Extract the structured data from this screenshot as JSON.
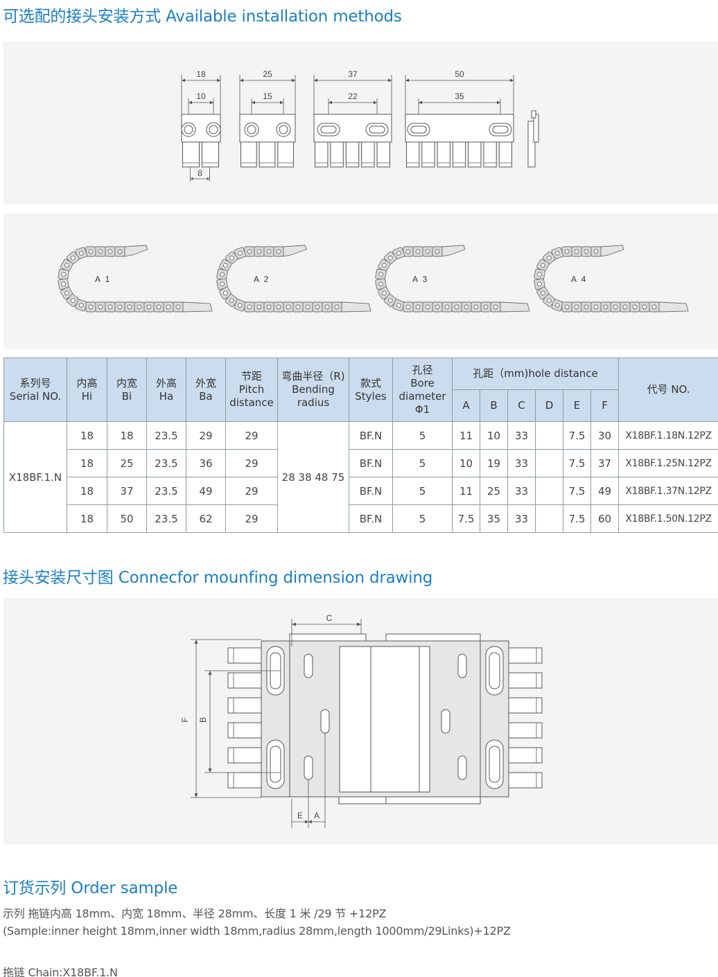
{
  "sections": {
    "install_heading": "可选配的接头安装方式 Available installation methods",
    "dimension_heading": "接头安装尺寸图 Connecfor mounfing dimension drawing",
    "order_heading": "订货示列 Order sample"
  },
  "install_variants": [
    {
      "outer": "18",
      "inner": "10",
      "pitch": "8"
    },
    {
      "outer": "25",
      "inner": "15",
      "pitch": ""
    },
    {
      "outer": "37",
      "inner": "22",
      "pitch": ""
    },
    {
      "outer": "50",
      "inner": "35",
      "pitch": ""
    }
  ],
  "chain_styles": [
    "A 1",
    "A 2",
    "A 3",
    "A 4"
  ],
  "table": {
    "headers": {
      "serial": [
        "系列号",
        "Serial NO."
      ],
      "hi": [
        "内高",
        "Hi"
      ],
      "bi": [
        "内宽",
        "Bi"
      ],
      "ha": [
        "外高",
        "Ha"
      ],
      "ba": [
        "外宽",
        "Ba"
      ],
      "pitch": [
        "节距",
        "Pitch",
        "distance"
      ],
      "bending": [
        "弯曲半径（R)",
        "Bending",
        "radius"
      ],
      "styles": [
        "款式",
        "Styles"
      ],
      "bore": [
        "孔径",
        "Bore",
        "diameter",
        "Φ1"
      ],
      "hole_group": "孔距（mm)hole distance",
      "hole_cols": [
        "A",
        "B",
        "C",
        "D",
        "E",
        "F"
      ],
      "code": "代号  NO."
    },
    "serial": "X18BF.1.N",
    "bending_radius": "28 38 48 75",
    "rows": [
      {
        "hi": "18",
        "bi": "18",
        "ha": "23.5",
        "ba": "29",
        "pitch": "29",
        "style": "BF.N",
        "bore": "5",
        "a": "11",
        "b": "10",
        "c": "33",
        "d": "",
        "e": "7.5",
        "f": "30",
        "code": "X18BF.1.18N.12PZ"
      },
      {
        "hi": "18",
        "bi": "25",
        "ha": "23.5",
        "ba": "36",
        "pitch": "29",
        "style": "BF.N",
        "bore": "5",
        "a": "10",
        "b": "19",
        "c": "33",
        "d": "",
        "e": "7.5",
        "f": "37",
        "code": "X18BF.1.25N.12PZ"
      },
      {
        "hi": "18",
        "bi": "37",
        "ha": "23.5",
        "ba": "49",
        "pitch": "29",
        "style": "BF.N",
        "bore": "5",
        "a": "11",
        "b": "25",
        "c": "33",
        "d": "",
        "e": "7.5",
        "f": "49",
        "code": "X18BF.1.37N.12PZ"
      },
      {
        "hi": "18",
        "bi": "50",
        "ha": "23.5",
        "ba": "62",
        "pitch": "29",
        "style": "BF.N",
        "bore": "5",
        "a": "7.5",
        "b": "35",
        "c": "33",
        "d": "",
        "e": "7.5",
        "f": "60",
        "code": "X18BF.1.50N.12PZ"
      }
    ]
  },
  "dimension_labels": {
    "c": "C",
    "f": "F",
    "b": "B",
    "e": "E",
    "a": "A"
  },
  "order": {
    "line1": "示列 拖链内高 18mm、内宽 18mm、半径 28mm、长度 1 米 /29 节 +12PZ",
    "line2": "(Sample:inner height 18mm,inner width 18mm,radius 28mm,length 1000mm/29Links)+12PZ",
    "line3": "拖链 Chain:X18BF.1.N"
  }
}
